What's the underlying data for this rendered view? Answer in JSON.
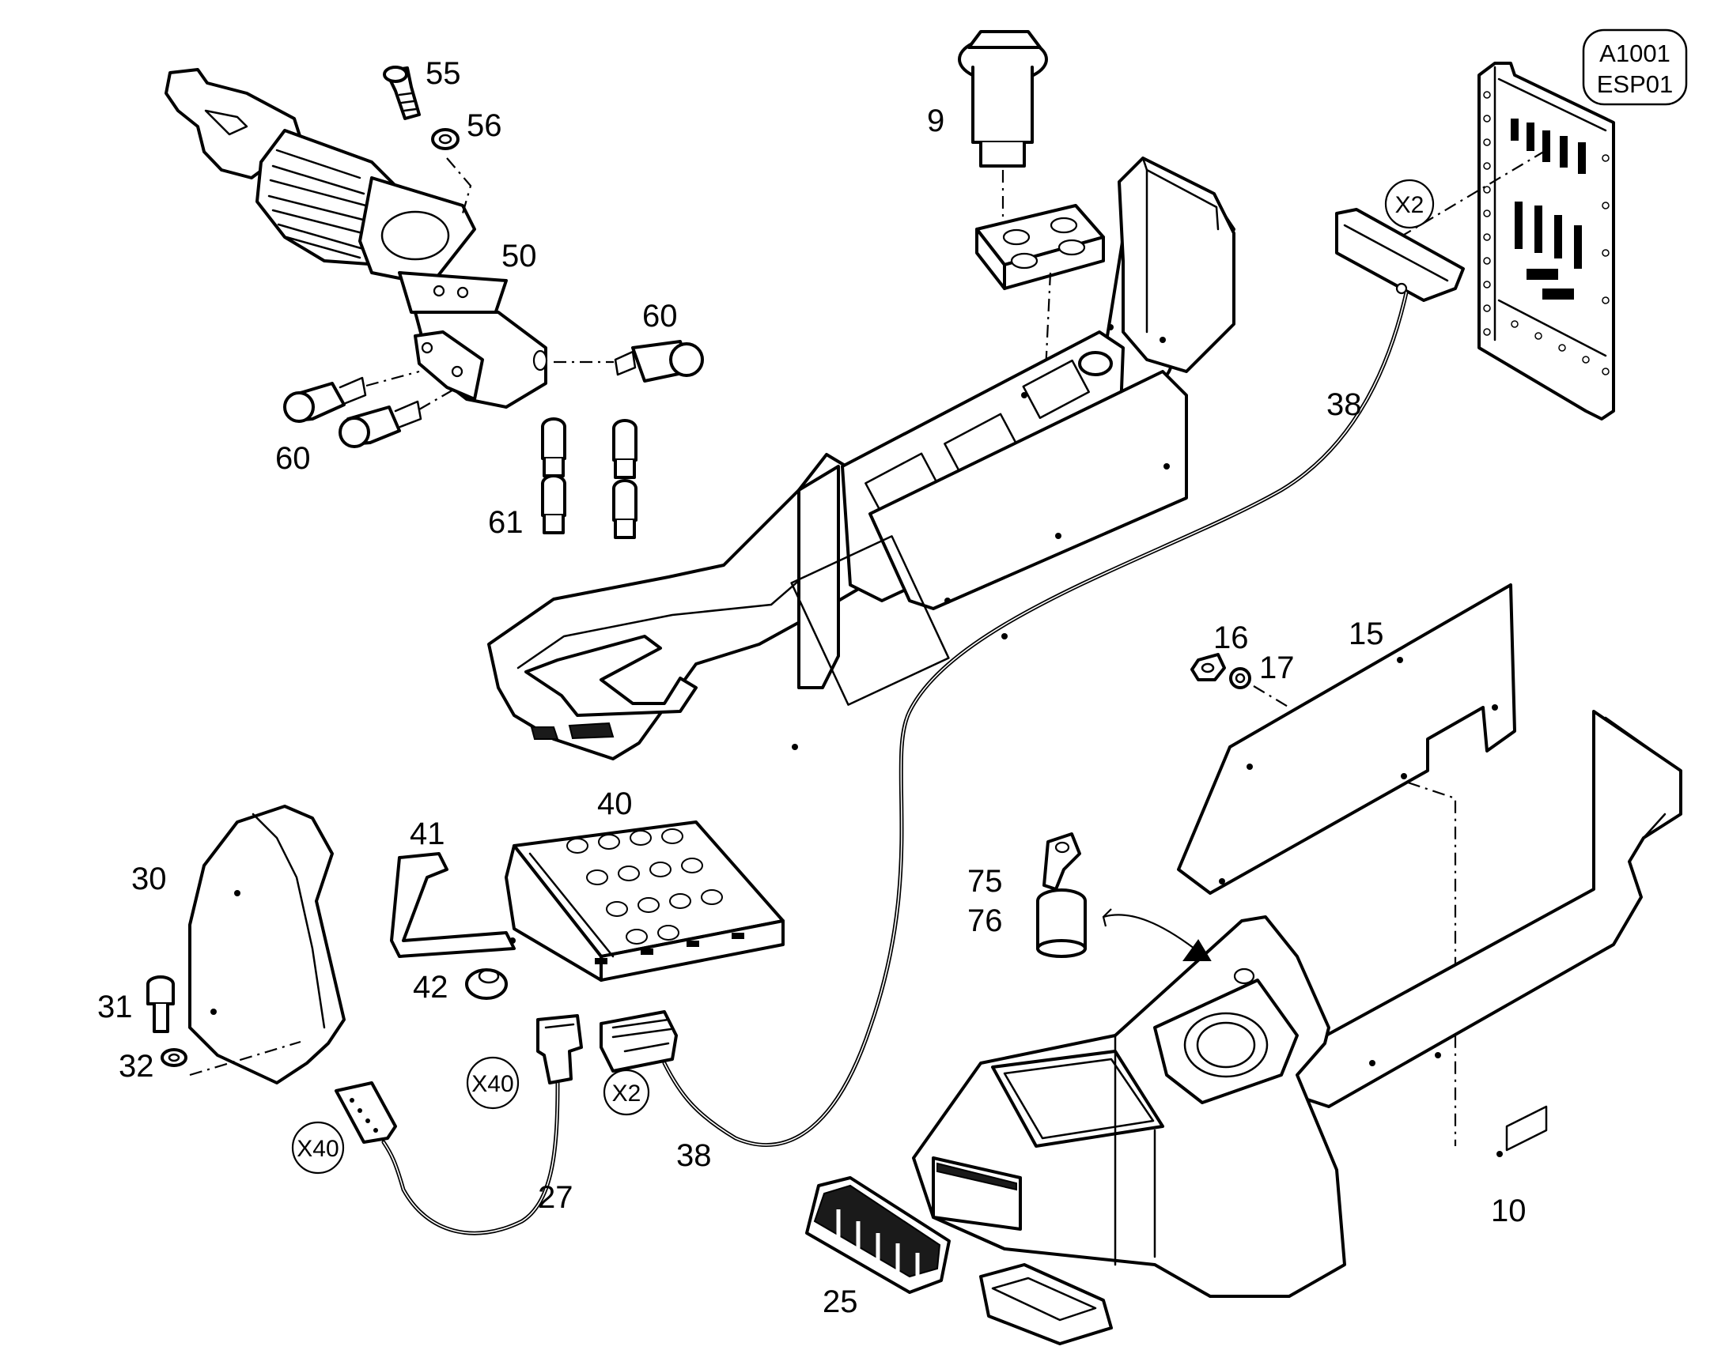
{
  "diagram": {
    "reference": {
      "line1": "A1001",
      "line2": "ESP01"
    },
    "callouts": [
      {
        "id": "p55",
        "label": "55"
      },
      {
        "id": "p56",
        "label": "56"
      },
      {
        "id": "p50",
        "label": "50"
      },
      {
        "id": "p60a",
        "label": "60"
      },
      {
        "id": "p60b",
        "label": "60"
      },
      {
        "id": "p61",
        "label": "61"
      },
      {
        "id": "p9",
        "label": "9"
      },
      {
        "id": "p38a",
        "label": "38"
      },
      {
        "id": "p38b",
        "label": "38"
      },
      {
        "id": "p16",
        "label": "16"
      },
      {
        "id": "p17",
        "label": "17"
      },
      {
        "id": "p15",
        "label": "15"
      },
      {
        "id": "p40",
        "label": "40"
      },
      {
        "id": "p41",
        "label": "41"
      },
      {
        "id": "p30",
        "label": "30"
      },
      {
        "id": "p31",
        "label": "31"
      },
      {
        "id": "p32",
        "label": "32"
      },
      {
        "id": "p42",
        "label": "42"
      },
      {
        "id": "p75",
        "label": "75"
      },
      {
        "id": "p76",
        "label": "76"
      },
      {
        "id": "p27",
        "label": "27"
      },
      {
        "id": "p25",
        "label": "25"
      },
      {
        "id": "p10",
        "label": "10"
      }
    ],
    "connector_tags": [
      {
        "id": "x2a",
        "label": "X2"
      },
      {
        "id": "x40a",
        "label": "X40"
      },
      {
        "id": "x2b",
        "label": "X2"
      },
      {
        "id": "x40b",
        "label": "X40"
      }
    ]
  }
}
